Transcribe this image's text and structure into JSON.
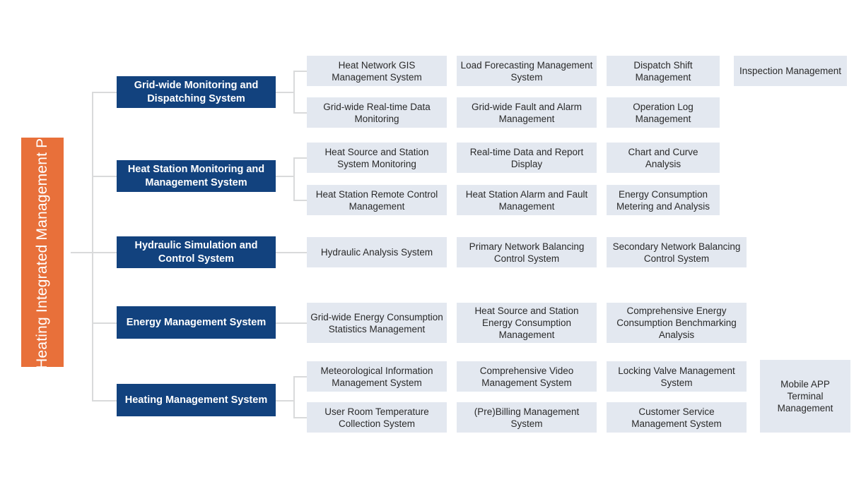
{
  "diagram": {
    "title": "Smart Heating Integrated Management Platform",
    "colors": {
      "root_fill": "#e8703a",
      "root_text": "#ffffff",
      "category_fill": "#12427e",
      "category_text": "#ffffff",
      "leaf_fill": "#e3e8f0",
      "leaf_text": "#2a2a2a",
      "connector": "#d9dadb",
      "background": "#ffffff"
    },
    "root": {
      "label": "Smart Heating Integrated Management Platform"
    },
    "categories": [
      {
        "id": "grid-wide-monitoring-and-dispatching-system",
        "label": "Grid-wide Monitoring and Dispatching System",
        "rows": [
          [
            "Heat Network GIS Management System",
            "Load Forecasting Management System",
            "Dispatch Shift Management",
            "Inspection Management"
          ],
          [
            "Grid-wide Real-time Data Monitoring",
            "Grid-wide Fault and Alarm Management",
            "Operation Log Management"
          ]
        ]
      },
      {
        "id": "heat-station-monitoring-and-management-system",
        "label": "Heat Station Monitoring and Management System",
        "rows": [
          [
            "Heat Source and Station System Monitoring",
            "Real-time Data and Report Display",
            "Chart and Curve Analysis"
          ],
          [
            "Heat Station Remote Control Management",
            "Heat Station Alarm and Fault Management",
            "Energy Consumption Metering and Analysis"
          ]
        ]
      },
      {
        "id": "hydraulic-simulation-and-control-system",
        "label": "Hydraulic Simulation and Control System",
        "rows": [
          [
            "Hydraulic Analysis System",
            "Primary Network Balancing Control System",
            "Secondary Network Balancing Control System"
          ]
        ]
      },
      {
        "id": "energy-management-system",
        "label": "Energy Management System",
        "rows": [
          [
            "Grid-wide Energy Consumption Statistics Management",
            "Heat Source and Station Energy Consumption Management",
            "Comprehensive Energy Consumption Benchmarking Analysis"
          ]
        ]
      },
      {
        "id": "heating-management-system",
        "label": "Heating Management System",
        "rows": [
          [
            "Meteorological Information Management System",
            "Comprehensive Video Management System",
            "Locking Valve Management System"
          ],
          [
            "User Room Temperature Collection System",
            "(Pre)Billing Management System",
            "Customer Service Management System"
          ]
        ],
        "spanning_leaf": "Mobile APP Terminal Management"
      }
    ]
  }
}
